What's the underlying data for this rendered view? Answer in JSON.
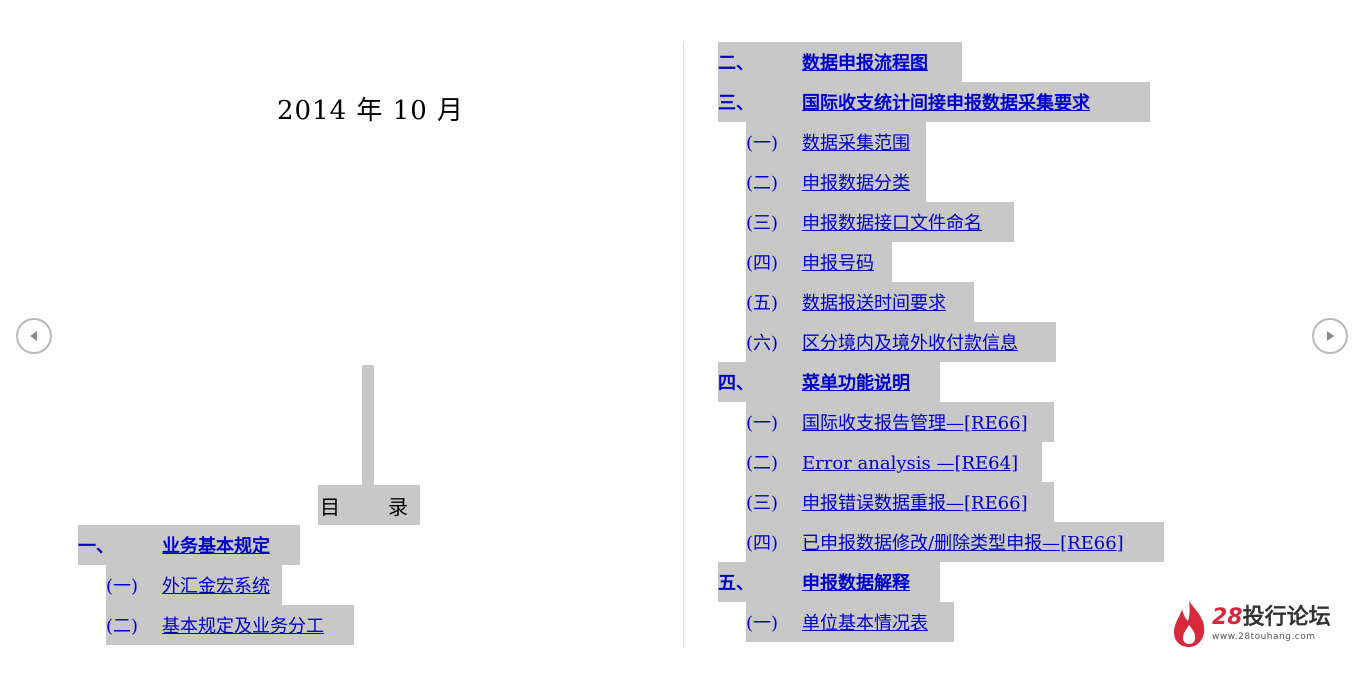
{
  "left_page": {
    "date": "2014 年 10 月",
    "toc_title_1": "目",
    "toc_title_2": "录",
    "items": [
      {
        "num": "一、",
        "text": "业务基本规定"
      },
      {
        "num": "(一)",
        "text": "外汇金宏系统"
      },
      {
        "num": "(二)",
        "text": "基本规定及业务分工"
      }
    ]
  },
  "right_page": {
    "items": [
      {
        "num": "二、",
        "text": "数据申报流程图"
      },
      {
        "num": "三、",
        "text": "国际收支统计间接申报数据采集要求"
      },
      {
        "num": "(一)",
        "text": "数据采集范围"
      },
      {
        "num": "(二)",
        "text": "申报数据分类"
      },
      {
        "num": "(三)",
        "text": "申报数据接口文件命名"
      },
      {
        "num": "(四)",
        "text": "申报号码"
      },
      {
        "num": "(五)",
        "text": "数据报送时间要求"
      },
      {
        "num": "(六)",
        "text": "区分境内及境外收付款信息"
      },
      {
        "num": "四、",
        "text": "菜单功能说明"
      },
      {
        "num": "(一)",
        "text": "国际收支报告管理—[RE66]"
      },
      {
        "num": "(二)",
        "text": "Error analysis —[RE64]"
      },
      {
        "num": "(三)",
        "text": "申报错误数据重报—[RE66]"
      },
      {
        "num": "(四)",
        "text": "已申报数据修改/删除类型申报—[RE66]"
      },
      {
        "num": "五、",
        "text": "申报数据解释"
      },
      {
        "num": "(一)",
        "text": "单位基本情况表"
      }
    ]
  },
  "navigation": {
    "prev_icon": "chevron-left-icon",
    "next_icon": "chevron-right-icon"
  },
  "logo": {
    "num": "28",
    "name": "投行论坛",
    "url": "www.28touhang.com"
  },
  "colors": {
    "highlight": "#c8c8c8",
    "link": "#0000cc",
    "logo_red": "#d8283c"
  }
}
